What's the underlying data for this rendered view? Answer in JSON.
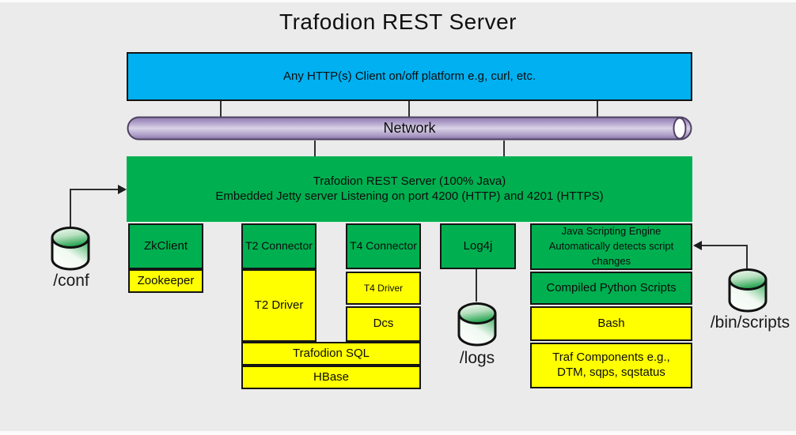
{
  "title": "Trafodion REST Server",
  "colors": {
    "client_blue": "#00b0f0",
    "component_green": "#00b050",
    "component_yellow": "#ffff00",
    "network_purple": "#b2a2c7",
    "canvas_background": "#ebebeb"
  },
  "client": {
    "label": "Any HTTP(s) Client on/off platform e.g, curl, etc."
  },
  "network": {
    "label": "Network"
  },
  "rest_server": {
    "line1": "Trafodion REST Server (100% Java)",
    "line2": "Embedded Jetty server Listening on port 4200 (HTTP) and 4201 (HTTPS)"
  },
  "zookeeper_stack": {
    "zkclient": "ZkClient",
    "zookeeper": "Zookeeper"
  },
  "t2_stack": {
    "connector": "T2 Connector",
    "driver": "T2 Driver"
  },
  "t4_stack": {
    "connector": "T4 Connector",
    "driver": "T4 Driver",
    "dcs": "Dcs"
  },
  "sql_stack": {
    "trafodion_sql": "Trafodion SQL",
    "hbase": "HBase"
  },
  "logging": {
    "log4j": "Log4j",
    "store_label": "/logs"
  },
  "scripting_stack": {
    "engine_line1": "Java Scripting Engine",
    "engine_line2": "Automatically detects script changes",
    "python": "Compiled Python Scripts",
    "bash": "Bash",
    "traf_components": "Traf Components e.g., DTM, sqps, sqstatus"
  },
  "conf_store": {
    "label": "/conf"
  },
  "scripts_store": {
    "label": "/bin/scripts"
  }
}
